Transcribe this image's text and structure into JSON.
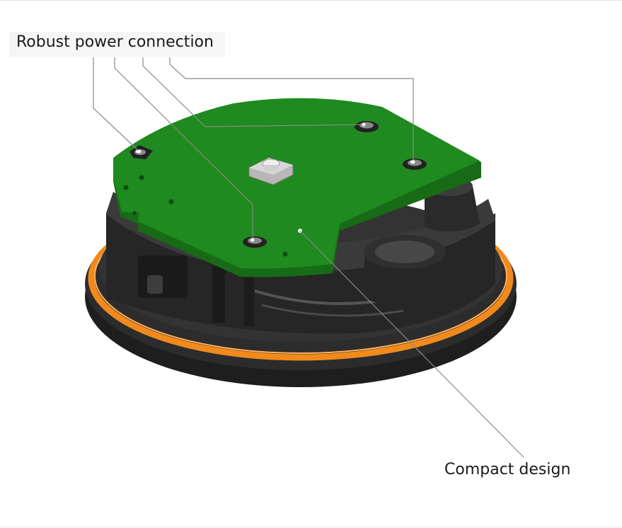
{
  "callouts": {
    "power": {
      "label": "Robust power connection"
    },
    "compact": {
      "label": "Compact design"
    }
  },
  "colors": {
    "pcb_green": "#1f8a1f",
    "pcb_edge": "#176b17",
    "housing_dark": "#2b2b2b",
    "seal_orange": "#f08a1c",
    "leader_line": "#8a8a8a"
  },
  "icons": [
    "pcb-board",
    "tactile-switch",
    "mounting-screw",
    "seal-ring",
    "cable-gland"
  ]
}
